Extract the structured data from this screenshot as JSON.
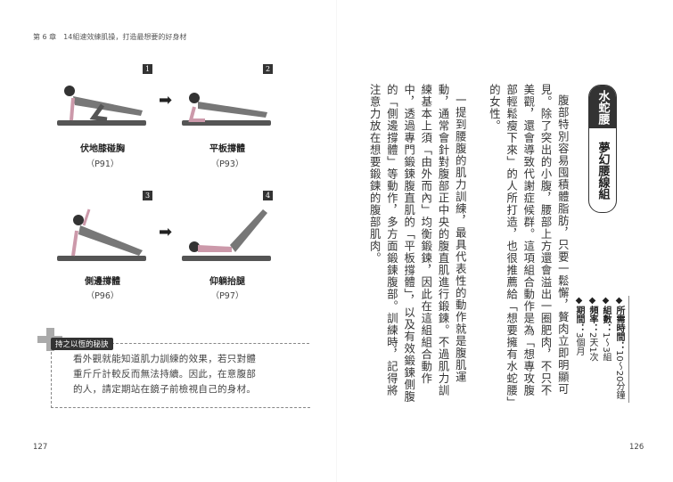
{
  "left_page": {
    "header": "第 6 章　14組速效練肌操，打造最想要的好身材",
    "exercises": [
      {
        "number": "1",
        "name": "伏地膝碰胸",
        "ref": "（P91）"
      },
      {
        "number": "2",
        "name": "平板撐體",
        "ref": "（P93）"
      },
      {
        "number": "3",
        "name": "側邊撐體",
        "ref": "（P96）"
      },
      {
        "number": "4",
        "name": "仰躺抬腿",
        "ref": "（P97）"
      }
    ],
    "tip": {
      "tag": "持之以恆的秘訣",
      "text": "看外觀就能知道肌力訓練的效果，若只對體重斤斤計較反而無法持續。因此，在意腹部的人，請定期站在鏡子前檢視自己的身材。"
    },
    "page_number": "127"
  },
  "right_page": {
    "title_main": "水蛇腰",
    "title_sub": "夢幻腰線組",
    "paragraphs": [
      "腹部特別容易囤積體脂肪，只要一鬆懈，贅肉立即明顯可見。除了突出的小腹，腰部上方還會溢出一圈肥肉，不只不美觀，還會導致代謝症候群。這項組合動作是為「想專攻腹部輕鬆瘦下來」的人所打造，也很推薦給「想要擁有水蛇腰」的女性。",
      "一提到腰腹的肌力訓練，最具代表性的動作就是腹肌運動，通常會針對腹部正中央的腹直肌進行鍛鍊。不過肌力訓練基本上須「由外而內」均衡鍛鍊，因此在這組組合動作中，透過專門鍛鍊腹直肌的「平板撐體」，以及有效鍛鍊側腹的「側邊撐體」等動作，多方面鍛鍊腹部。訓練時，記得將注意力放在想要鍛鍊的腹部肌肉。"
    ],
    "info": [
      {
        "label": "◆所需時間：",
        "value": "10～20分鐘"
      },
      {
        "label": "◆組數：",
        "value": "1～3組"
      },
      {
        "label": "◆頻率：",
        "value": "2天1次"
      },
      {
        "label": "◆期間：",
        "value": "3個月"
      }
    ],
    "page_number": "126"
  }
}
